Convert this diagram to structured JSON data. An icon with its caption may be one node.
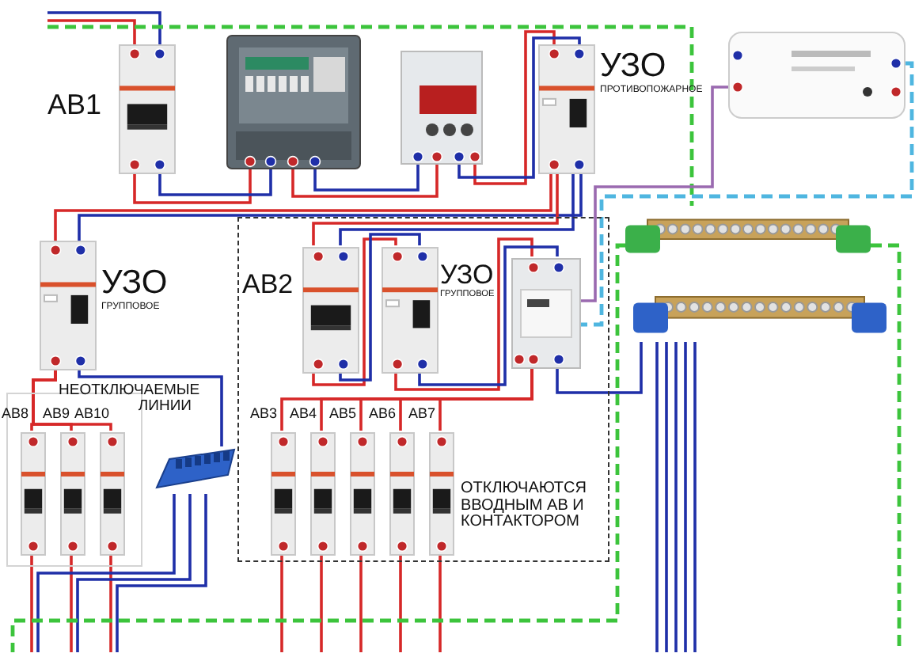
{
  "diagram": {
    "nodes": [
      {
        "text": [
          "АВ1"
        ]
      },
      {
        "text": [],
        "shape": "picture"
      },
      {
        "text": [],
        "shape": "picture"
      },
      {
        "text": [
          "УЗО",
          "ПРОТИВОПОЖАРНОЕ"
        ]
      },
      {
        "text": [],
        "shape": "picture"
      },
      {
        "text": [
          "УЗО",
          "ГРУППОВОЕ"
        ]
      },
      {
        "text": [
          "ОТКЛЮЧАЮТСЯ ВВОДНЫМ АВ И КОНТАКТОРОМ"
        ]
      },
      {
        "text": [
          "АВ2"
        ],
        "in": 6
      },
      {
        "text": [
          "УЗО",
          "ГРУППОВОЕ"
        ],
        "in": 6
      },
      {
        "text": [],
        "shape": "picture",
        "in": 6
      },
      {
        "text": [
          "АВ3"
        ],
        "in": 6
      },
      {
        "text": [
          "АВ4"
        ],
        "in": 6
      },
      {
        "text": [
          "АВ5"
        ],
        "in": 6
      },
      {
        "text": [
          "АВ6"
        ],
        "in": 6
      },
      {
        "text": [
          "АВ7"
        ],
        "in": 6
      },
      {
        "text": [
          "НЕОТКЛЮЧАЕМЫЕ ЛИНИИ"
        ]
      },
      {
        "text": [
          "АВ8"
        ],
        "in": 15
      },
      {
        "text": [
          "АВ9"
        ],
        "in": 15
      },
      {
        "text": [
          "АВ10"
        ],
        "in": 15
      },
      {
        "text": [],
        "shape": "picture"
      },
      {
        "text": [],
        "shape": "picture"
      },
      {
        "text": [],
        "shape": "picture"
      }
    ],
    "edges": [
      {
        "from": null,
        "to": 0,
        "arrow": "none",
        "color": "#d62828"
      },
      {
        "from": null,
        "to": 0,
        "arrow": "none",
        "color": "#1f2fa8"
      },
      {
        "from": null,
        "to": 20,
        "arrow": "none",
        "style": "dashed",
        "color": "#3cc43c"
      },
      {
        "from": 0,
        "to": 1,
        "arrow": "none",
        "color": "#d62828"
      },
      {
        "from": 0,
        "to": 1,
        "arrow": "none",
        "color": "#1f2fa8"
      },
      {
        "from": 1,
        "to": 2,
        "arrow": "none",
        "color": "#d62828"
      },
      {
        "from": 1,
        "to": 2,
        "arrow": "none",
        "color": "#1f2fa8"
      },
      {
        "from": 2,
        "to": 3,
        "arrow": "none",
        "color": "#d62828"
      },
      {
        "from": 2,
        "to": 3,
        "arrow": "none",
        "color": "#1f2fa8"
      },
      {
        "from": 3,
        "to": 5,
        "arrow": "none",
        "color": "#d62828"
      },
      {
        "from": 3,
        "to": 5,
        "arrow": "none",
        "color": "#1f2fa8"
      },
      {
        "from": 3,
        "to": 7,
        "arrow": "none",
        "color": "#d62828"
      },
      {
        "from": 3,
        "to": 7,
        "arrow": "none",
        "color": "#1f2fa8"
      },
      {
        "from": 7,
        "to": 8,
        "arrow": "none",
        "color": "#d62828"
      },
      {
        "from": 7,
        "to": 8,
        "arrow": "none",
        "color": "#1f2fa8"
      },
      {
        "from": 8,
        "to": 9,
        "arrow": "none",
        "color": "#d62828"
      },
      {
        "from": 8,
        "to": 9,
        "arrow": "none",
        "color": "#1f2fa8"
      },
      {
        "from": 4,
        "to": 9,
        "arrow": "none",
        "color": "#9a6ab0"
      },
      {
        "from": 4,
        "to": 9,
        "arrow": "none",
        "style": "dashed",
        "color": "#4fb6e0"
      },
      {
        "from": 9,
        "to": 10,
        "arrow": "none",
        "color": "#d62828"
      },
      {
        "from": 9,
        "to": 11,
        "arrow": "none",
        "color": "#d62828"
      },
      {
        "from": 9,
        "to": 12,
        "arrow": "none",
        "color": "#d62828"
      },
      {
        "from": 9,
        "to": 13,
        "arrow": "none",
        "color": "#d62828"
      },
      {
        "from": 9,
        "to": 14,
        "arrow": "none",
        "color": "#d62828"
      },
      {
        "from": 9,
        "to": 21,
        "arrow": "none",
        "color": "#1f2fa8"
      },
      {
        "from": 5,
        "to": 16,
        "arrow": "none",
        "color": "#d62828"
      },
      {
        "from": 5,
        "to": 17,
        "arrow": "none",
        "color": "#d62828"
      },
      {
        "from": 5,
        "to": 18,
        "arrow": "none",
        "color": "#d62828"
      },
      {
        "from": 5,
        "to": 19,
        "arrow": "none",
        "color": "#1f2fa8"
      },
      {
        "from": 10,
        "to": null,
        "arrow": "none",
        "color": "#d62828"
      },
      {
        "from": 11,
        "to": null,
        "arrow": "none",
        "color": "#d62828"
      },
      {
        "from": 12,
        "to": null,
        "arrow": "none",
        "color": "#d62828"
      },
      {
        "from": 13,
        "to": null,
        "arrow": "none",
        "color": "#d62828"
      },
      {
        "from": 14,
        "to": null,
        "arrow": "none",
        "color": "#d62828"
      },
      {
        "from": 16,
        "to": null,
        "arrow": "none",
        "color": "#d62828"
      },
      {
        "from": 17,
        "to": null,
        "arrow": "none",
        "color": "#d62828"
      },
      {
        "from": 18,
        "to": null,
        "arrow": "none",
        "color": "#d62828"
      },
      {
        "from": 19,
        "to": null,
        "arrow": "none",
        "color": "#1f2fa8"
      },
      {
        "from": 19,
        "to": null,
        "arrow": "none",
        "color": "#1f2fa8"
      },
      {
        "from": 19,
        "to": null,
        "arrow": "none",
        "color": "#1f2fa8"
      },
      {
        "from": 21,
        "to": null,
        "arrow": "none",
        "color": "#1f2fa8"
      },
      {
        "from": 21,
        "to": null,
        "arrow": "none",
        "color": "#1f2fa8"
      },
      {
        "from": 21,
        "to": null,
        "arrow": "none",
        "color": "#1f2fa8"
      },
      {
        "from": 21,
        "to": null,
        "arrow": "none",
        "color": "#1f2fa8"
      },
      {
        "from": 21,
        "to": null,
        "arrow": "none",
        "color": "#1f2fa8"
      },
      {
        "from": 20,
        "to": null,
        "arrow": "none",
        "style": "dashed",
        "color": "#3cc43c"
      },
      {
        "from": 20,
        "to": null,
        "arrow": "none",
        "style": "dashed",
        "color": "#3cc43c"
      }
    ]
  }
}
